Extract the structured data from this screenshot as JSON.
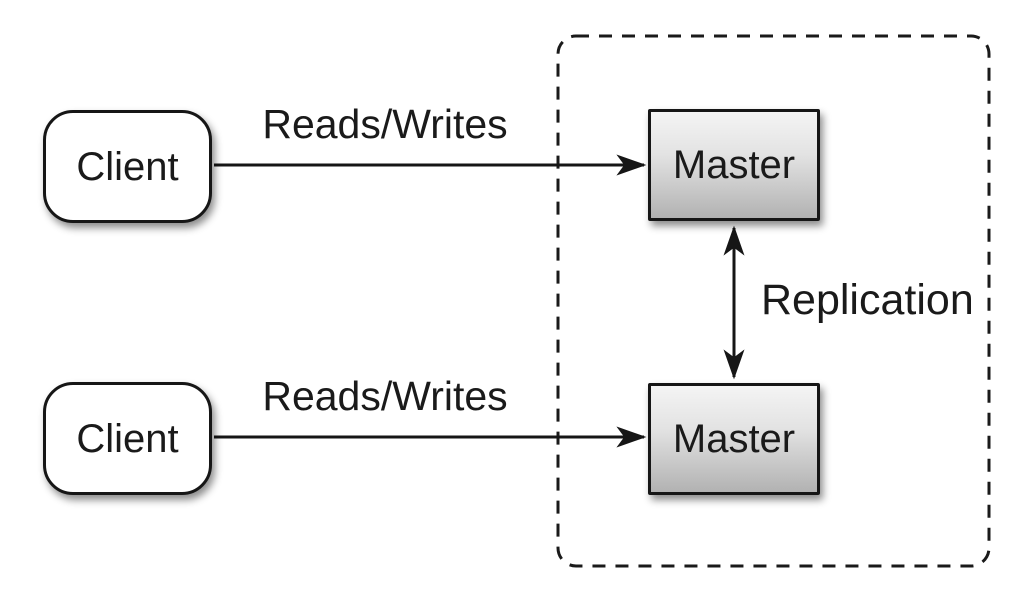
{
  "diagram": {
    "background_color": "#ffffff",
    "line_color": "#1a1a1a",
    "boundary": {
      "style": "dashed-rounded-rectangle",
      "contains": [
        "master_top",
        "master_bottom"
      ]
    },
    "nodes": {
      "client_top": {
        "label": "Client",
        "shape": "rounded-rectangle",
        "fill": "#ffffff"
      },
      "client_bottom": {
        "label": "Client",
        "shape": "rounded-rectangle",
        "fill": "#ffffff"
      },
      "master_top": {
        "label": "Master",
        "shape": "rectangle",
        "fill_gradient_top": "#f4f4f4",
        "fill_gradient_bottom": "#b2b2b2"
      },
      "master_bottom": {
        "label": "Master",
        "shape": "rectangle",
        "fill_gradient_top": "#f4f4f4",
        "fill_gradient_bottom": "#b2b2b2"
      }
    },
    "edges": {
      "reads_writes_top": {
        "label": "Reads/Writes",
        "from": "client_top",
        "to": "master_top",
        "direction": "one-way"
      },
      "reads_writes_bottom": {
        "label": "Reads/Writes",
        "from": "client_bottom",
        "to": "master_bottom",
        "direction": "one-way"
      },
      "replication": {
        "label": "Replication",
        "from": "master_top",
        "to": "master_bottom",
        "direction": "two-way"
      }
    }
  }
}
